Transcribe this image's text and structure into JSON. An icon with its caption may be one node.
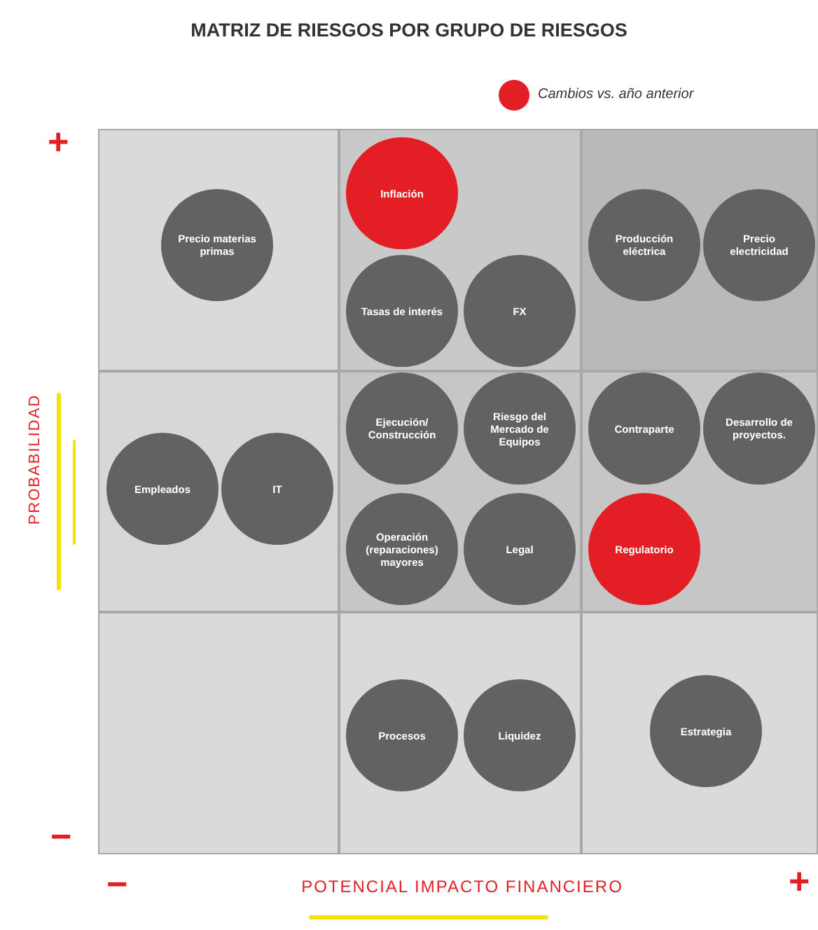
{
  "diagram": {
    "title": "MATRIZ DE RIESGOS POR GRUPO DE RIESGOS",
    "nodes": [
      {
        "text": [],
        "shape": "box"
      },
      {
        "text": [
          "Precio materias primas"
        ],
        "in": 0
      },
      {
        "text": [],
        "shape": "box"
      },
      {
        "text": [
          "Inflación"
        ],
        "in": 2
      },
      {
        "text": [
          "Tasas de interés"
        ],
        "in": 2
      },
      {
        "text": [
          "FX"
        ],
        "in": 2
      },
      {
        "text": [],
        "shape": "box"
      },
      {
        "text": [
          "Producción eléctrica"
        ],
        "in": 6
      },
      {
        "text": [
          "Precio electricidad"
        ],
        "in": 6
      },
      {
        "text": [],
        "shape": "box"
      },
      {
        "text": [
          "Empleados"
        ],
        "in": 9
      },
      {
        "text": [
          "IT"
        ],
        "in": 9
      },
      {
        "text": [],
        "shape": "box"
      },
      {
        "text": [
          "Ejecución/ Construcción"
        ],
        "in": 12
      },
      {
        "text": [
          "Riesgo del Mercado de Equipos"
        ],
        "in": 12
      },
      {
        "text": [
          "Operación (reparaciones) mayores"
        ],
        "in": 12
      },
      {
        "text": [
          "Legal"
        ],
        "in": 12
      },
      {
        "text": [],
        "shape": "box"
      },
      {
        "text": [
          "Contraparte"
        ],
        "in": 17
      },
      {
        "text": [
          "Desarrollo de proyectos."
        ],
        "in": 17
      },
      {
        "text": [
          "Regulatorio"
        ],
        "in": 17
      },
      {
        "text": [],
        "shape": "box"
      },
      {
        "text": [],
        "shape": "box"
      },
      {
        "text": [
          "Procesos"
        ],
        "in": 22
      },
      {
        "text": [
          "Liquidez"
        ],
        "in": 22
      },
      {
        "text": [],
        "shape": "box"
      },
      {
        "text": [
          "Estrategia"
        ],
        "in": 25
      }
    ],
    "labels": [
      "+",
      "PROBABILIDAD",
      "−",
      "−",
      "POTENCIAL IMPACTO FINANCIERO",
      "+"
    ],
    "legend": [
      {
        "text": "Cambios vs. año anterior",
        "color": "#e31e24"
      }
    ]
  }
}
